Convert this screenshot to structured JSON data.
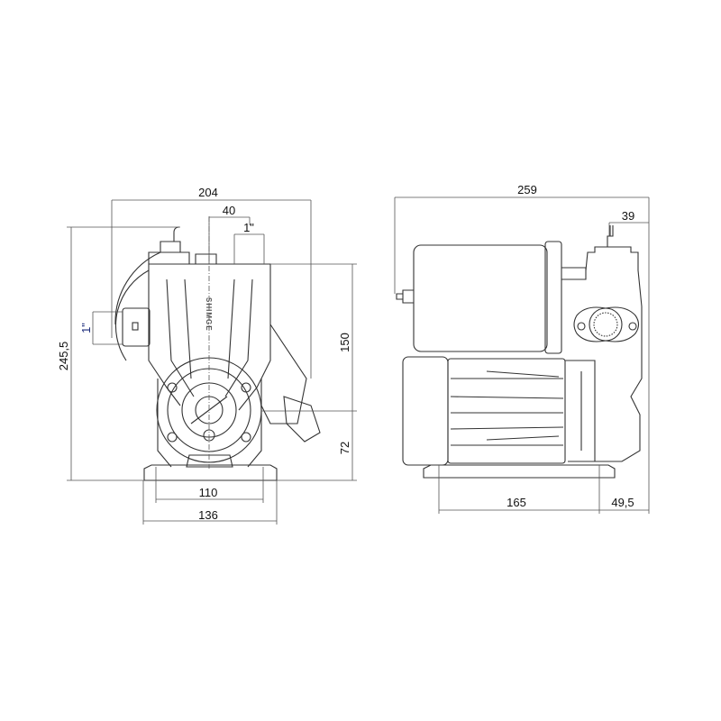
{
  "front_view": {
    "brand": "SHIMGE",
    "dimensions": {
      "overall_width": "204",
      "outlet_offset": "40",
      "outlet_size": "1\"",
      "inlet_size": "1\"",
      "overall_height": "245,5",
      "outlet_to_axis_height": "150",
      "axis_height": "72",
      "base_hole_spacing": "110",
      "base_width": "136"
    }
  },
  "side_view": {
    "dimensions": {
      "overall_length": "259",
      "outlet_offset": "39",
      "base_hole_spacing": "165",
      "base_overhang": "49,5"
    }
  }
}
